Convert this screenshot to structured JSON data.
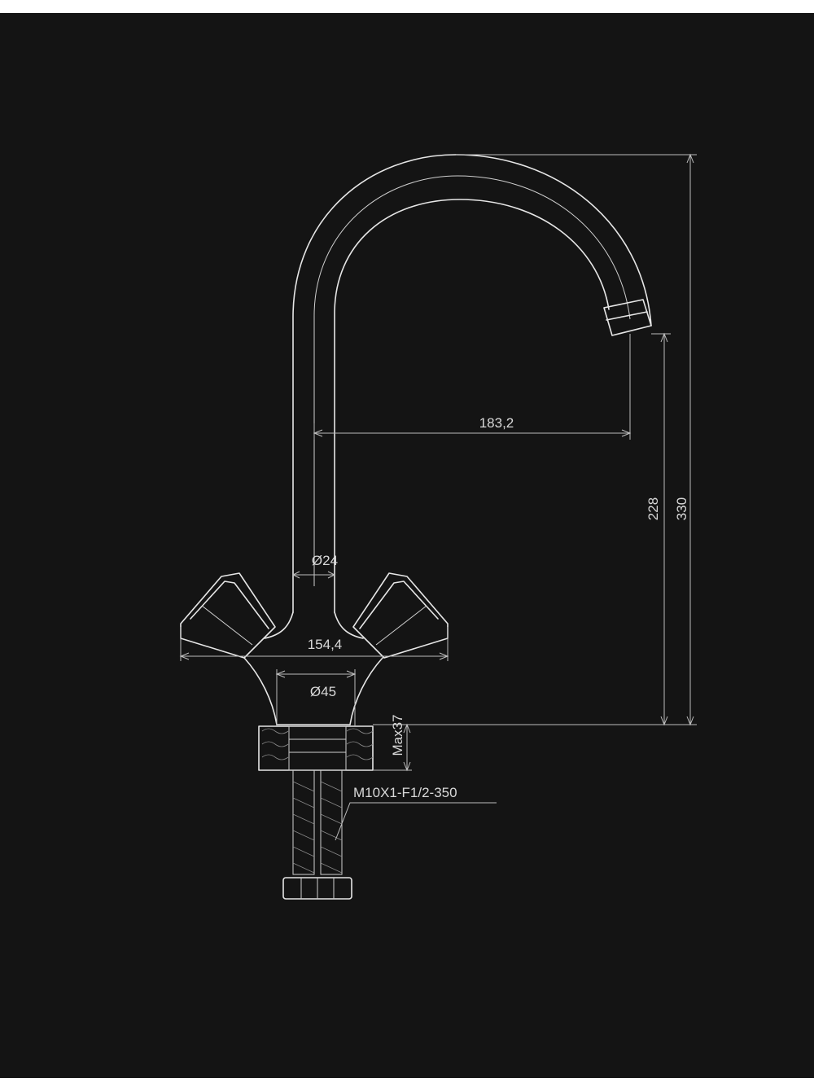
{
  "dimensions": {
    "spout_reach": "183,2",
    "spout_outlet_height": "228",
    "total_height": "330",
    "pipe_diameter": "Ø24",
    "handle_span": "154,4",
    "body_diameter": "Ø45",
    "max_counter_thickness": "Max37",
    "hose_spec": "M10X1-F1/2-350"
  },
  "colors": {
    "background": "#141414",
    "line": "#e6e6e6",
    "page": "#ffffff"
  }
}
